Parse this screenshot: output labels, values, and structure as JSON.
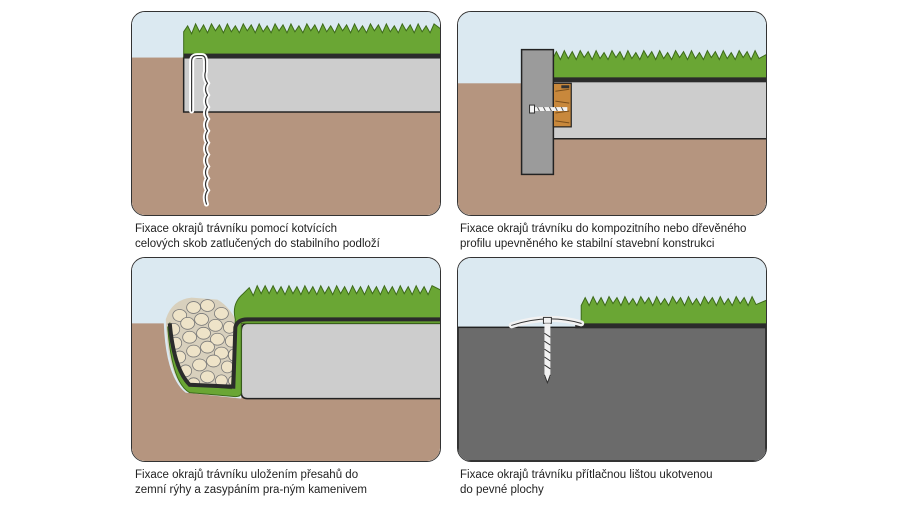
{
  "colors": {
    "sky": "#dbe9f1",
    "soil": "#b5957f",
    "grass": "#6aa634",
    "concrete": "#cdcdcd",
    "asphalt": "#6b6b6b",
    "wood": "#c8883c",
    "stone": "#eee3c8"
  },
  "captions": [
    {
      "line1": "Fixace okrajů trávníku pomocí kotvících",
      "line2": "celových skob zatlučených do stabilního podloží"
    },
    {
      "line1": "Fixace okrajů trávníku do kompozitního nebo dřevěného",
      "line2": "profilu upevněného ke stabilní stavební konstrukci"
    },
    {
      "line1": "Fixace okrajů trávníku uložením přesahů do",
      "line2": "zemní rýhy a zasypáním pra-ným kamenivem"
    },
    {
      "line1": "Fixace okrajů trávníku přítlačnou lištou ukotvenou",
      "line2": "do pevné plochy"
    }
  ]
}
